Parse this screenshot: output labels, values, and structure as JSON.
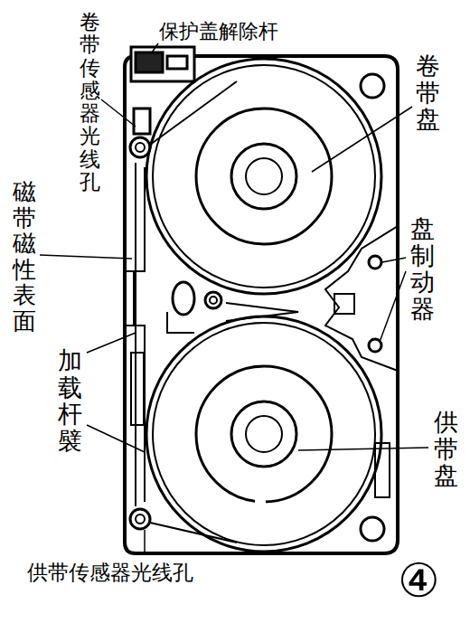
{
  "diagram": {
    "labels": [
      "卷带传感器光线孔",
      "保护盖解除杆",
      "卷带盘",
      "磁带磁性表面",
      "盘制动器",
      "加载杆襞",
      "供带盘",
      "供带传感器光线孔",
      "④"
    ]
  }
}
